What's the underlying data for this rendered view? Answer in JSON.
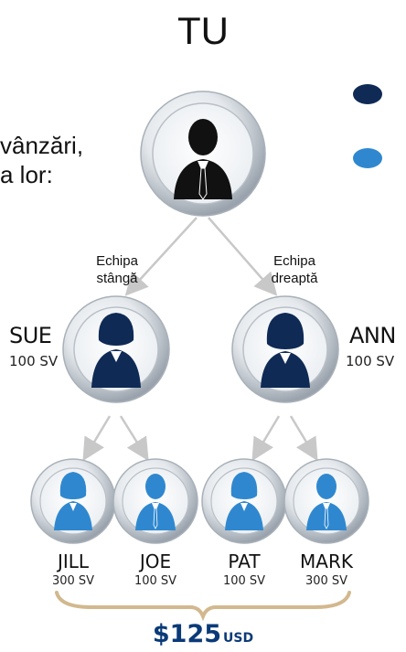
{
  "title": "TU",
  "intro": {
    "line1": "vânzări,",
    "line2": "a lor:"
  },
  "legend": {
    "dark_color": "#0f2a55",
    "light_color": "#2f88cf"
  },
  "teams": {
    "left": {
      "line1": "Echipa",
      "line2": "stângă"
    },
    "right": {
      "line1": "Echipa",
      "line2": "dreaptă"
    }
  },
  "partners": [
    {
      "name": "SUE",
      "volume": "100 SV"
    },
    {
      "name": "ANN",
      "volume": "100 SV"
    }
  ],
  "customers": [
    {
      "name": "JILL",
      "volume": "300 SV"
    },
    {
      "name": "JOE",
      "volume": "100 SV"
    },
    {
      "name": "PAT",
      "volume": "100 SV"
    },
    {
      "name": "MARK",
      "volume": "300 SV"
    }
  ],
  "earnings": {
    "amount": "$125",
    "currency": "USD"
  },
  "colors": {
    "ring": "#c9cfd6",
    "arrow": "#c8c8c8",
    "brace": "#d2b88e",
    "accent": "#0a3a78"
  }
}
